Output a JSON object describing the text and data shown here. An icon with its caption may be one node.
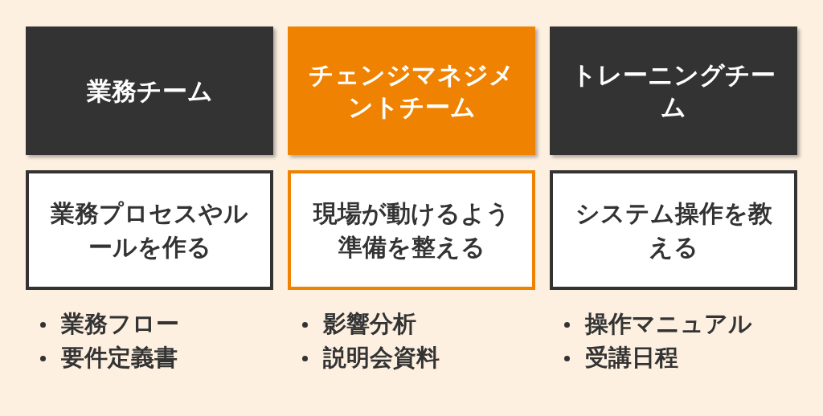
{
  "diagram": {
    "nodes": [
      {
        "text": [
          "業務チーム"
        ]
      },
      {
        "text": [
          "チェンジマネジメントチーム"
        ]
      },
      {
        "text": [
          "トレーニングチーム"
        ]
      },
      {
        "text": [
          "業務プロセスやルールを作る"
        ],
        "beside": [
          "業務フロー",
          "要件定義書"
        ]
      },
      {
        "text": [
          "現場が動けるよう準備を整える"
        ],
        "beside": [
          "影響分析",
          "説明会資料"
        ]
      },
      {
        "text": [
          "システム操作を教える"
        ],
        "beside": [
          "操作マニュアル",
          "受講日程"
        ]
      }
    ],
    "edges": []
  }
}
